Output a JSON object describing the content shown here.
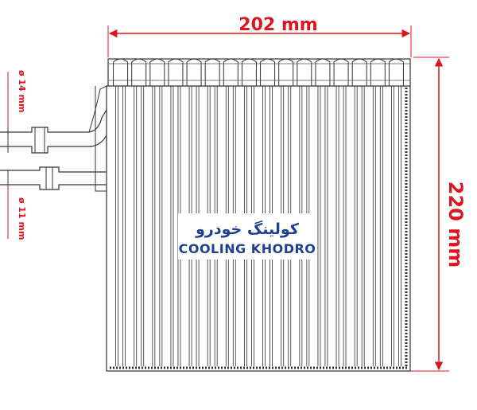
{
  "dimensions": {
    "width_label": "202 mm",
    "height_label": "220 mm",
    "outlet_pipe_label": "ø 14 mm",
    "inlet_pipe_label": "ø 11 mm"
  },
  "brand": {
    "name_fa": "کولینگ خودرو",
    "name_en": "COOLING KHODRO"
  },
  "colors": {
    "dimension": "#e0141e",
    "brand": "#1f3f8f",
    "drawing_line": "#333333"
  },
  "evaporator": {
    "tube_count": 16
  }
}
